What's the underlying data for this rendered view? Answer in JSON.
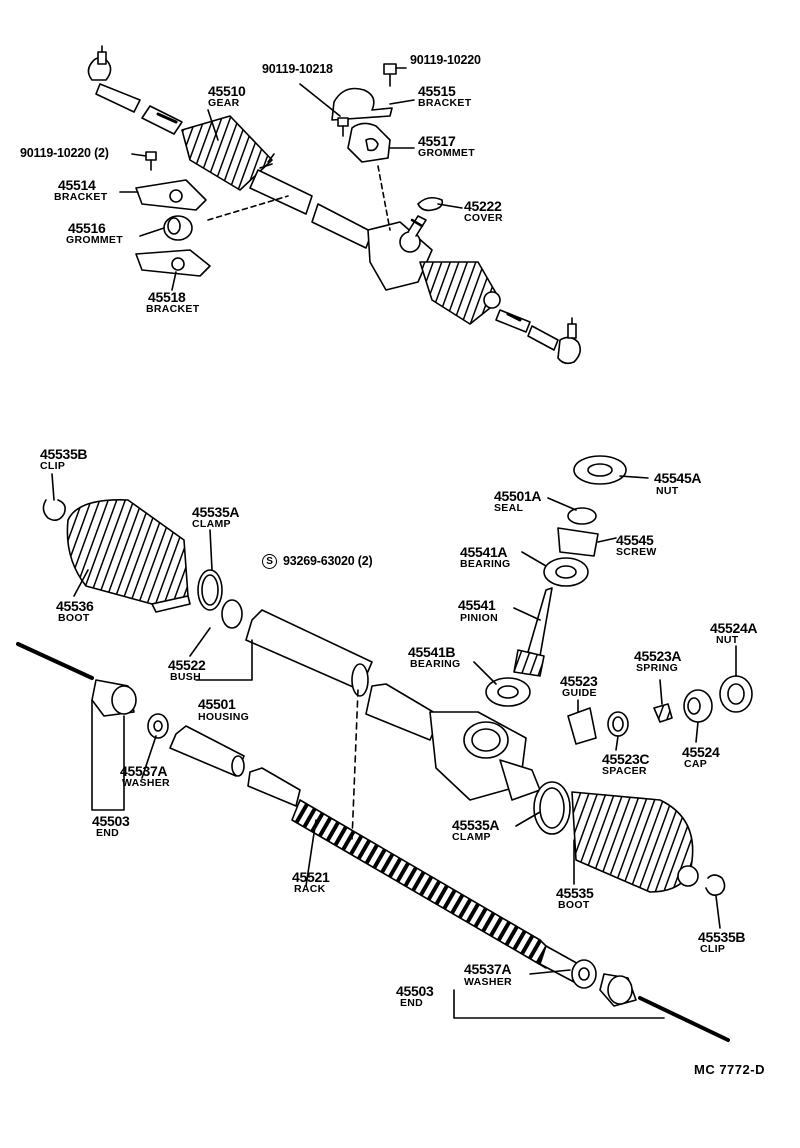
{
  "diagram": {
    "figure_code": "MC  7772-D",
    "upper_group": {
      "gear": {
        "number": "45510",
        "name": "GEAR"
      },
      "bolt_a": {
        "number": "90119-10218"
      },
      "bolt_b": {
        "number": "90119-10220"
      },
      "bolt_c": {
        "number": "90119-10220 (2)"
      },
      "bracket_45515": {
        "number": "45515",
        "name": "BRACKET"
      },
      "grommet_45517": {
        "number": "45517",
        "name": "GROMMET"
      },
      "cover_45222": {
        "number": "45222",
        "name": "COVER"
      },
      "bracket_45514": {
        "number": "45514",
        "name": "BRACKET"
      },
      "grommet_45516": {
        "number": "45516",
        "name": "GROMMET"
      },
      "bracket_45518": {
        "number": "45518",
        "name": "BRACKET"
      }
    },
    "lower_group": {
      "clip_45535b_left": {
        "number": "45535B",
        "name": "CLIP"
      },
      "boot_45536": {
        "number": "45536",
        "name": "BOOT"
      },
      "clamp_45535a_upper": {
        "number": "45535A",
        "name": "CLAMP"
      },
      "bush_45522": {
        "number": "45522",
        "name": "BUSH"
      },
      "housing_45501": {
        "number": "45501",
        "name": "HOUSING"
      },
      "sealant": {
        "symbol": "S",
        "number": "93269-63020 (2)"
      },
      "end_left": {
        "number": "45503",
        "name": "END"
      },
      "washer_left": {
        "number": "45537A",
        "name": "WASHER"
      },
      "rack_45521": {
        "number": "45521",
        "name": "RACK"
      },
      "nut_45545a": {
        "number": "45545A",
        "name": "NUT"
      },
      "seal_45501a": {
        "number": "45501A",
        "name": "SEAL"
      },
      "screw_45545": {
        "number": "45545",
        "name": "SCREW"
      },
      "bearing_45541a": {
        "number": "45541A",
        "name": "BEARING"
      },
      "pinion_45541": {
        "number": "45541",
        "name": "PINION"
      },
      "bearing_45541b": {
        "number": "45541B",
        "name": "BEARING"
      },
      "guide_45523": {
        "number": "45523",
        "name": "GUIDE"
      },
      "spring_45523a": {
        "number": "45523A",
        "name": "SPRING"
      },
      "nut_45524a": {
        "number": "45524A",
        "name": "NUT"
      },
      "spacer_45523c": {
        "number": "45523C",
        "name": "SPACER"
      },
      "cap_45524": {
        "number": "45524",
        "name": "CAP"
      },
      "clamp_45535a_lower": {
        "number": "45535A",
        "name": "CLAMP"
      },
      "boot_45535": {
        "number": "45535",
        "name": "BOOT"
      },
      "clip_45535b_right": {
        "number": "45535B",
        "name": "CLIP"
      },
      "washer_right": {
        "number": "45537A",
        "name": "WASHER"
      },
      "end_right": {
        "number": "45503",
        "name": "END"
      }
    }
  }
}
